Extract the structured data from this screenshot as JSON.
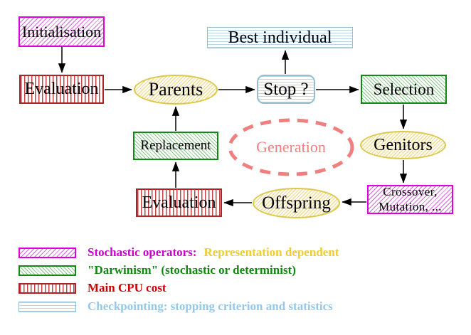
{
  "nodes": {
    "initialisation": {
      "label": "Initialisation"
    },
    "evaluation_top": {
      "label": "Evaluation"
    },
    "best_individual": {
      "label": "Best individual"
    },
    "stop": {
      "label": "Stop ?"
    },
    "selection": {
      "label": "Selection"
    },
    "parents": {
      "label": "Parents"
    },
    "replacement": {
      "label": "Replacement"
    },
    "generation": {
      "label": "Generation"
    },
    "genitors": {
      "label": "Genitors"
    },
    "offspring": {
      "label": "Offspring"
    },
    "evaluation_bottom": {
      "label": "Evaluation"
    },
    "crossover_mutation": {
      "line1": "Crossover,",
      "line2": "Mutation, ..."
    }
  },
  "legend": {
    "rows": [
      {
        "swatch": "magenta-diagonal-hatch",
        "label": "Stochastic operators:",
        "label2": "Representation dependent"
      },
      {
        "swatch": "green-diagonal-hatch",
        "label": "\"Darwinism\" (stochastic or determinist)"
      },
      {
        "swatch": "red-vertical-stripes",
        "label": "Main CPU cost"
      },
      {
        "swatch": "cyan-horizontal-stripes",
        "label": "Checkpointing: stopping criterion and statistics"
      }
    ]
  },
  "colors": {
    "stochastic_operator_magenta": "#dd00dd",
    "darwinism_green": "#118811",
    "cpu_cost_red": "#aa2626",
    "checkpointing_blue": "#94bed2",
    "operator_yellow": "#dcc84a",
    "generation_pink": "#f08080",
    "legend_text_magenta": "#cc00cc",
    "legend_text_yellow": "#eecc33",
    "legend_text_green": "#118811",
    "legend_text_red": "#cc0000",
    "legend_text_blue": "#95c8e8",
    "arrow_black": "#000000"
  }
}
